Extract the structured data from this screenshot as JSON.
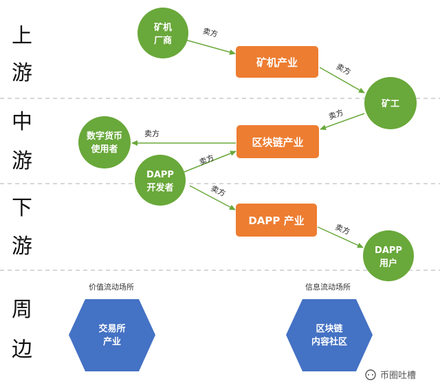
{
  "stages": {
    "upstream": {
      "c1": "上",
      "c2": "游"
    },
    "midstream": {
      "c1": "中",
      "c2": "游"
    },
    "downstream": {
      "c1": "下",
      "c2": "游"
    },
    "periphery": {
      "c1": "周",
      "c2": "边"
    }
  },
  "nodes": {
    "miner_vendor": {
      "line1": "矿机",
      "line2": "厂商"
    },
    "miner": {
      "label": "矿工"
    },
    "coin_user": {
      "line1": "数字货币",
      "line2": "使用者"
    },
    "dapp_dev": {
      "line1": "DAPP",
      "line2": "开发者"
    },
    "dapp_user": {
      "line1": "DAPP",
      "line2": "用户"
    }
  },
  "boxes": {
    "miner_industry": "矿机产业",
    "blockchain_industry": "区块链产业",
    "dapp_industry": "DAPP 产业"
  },
  "edge_label": "卖方",
  "hexagons": {
    "exchange": {
      "caption": "价值流动场所",
      "line1": "交易所",
      "line2": "产业"
    },
    "community": {
      "caption": "信息流动场所",
      "line1": "区块链",
      "line2": "内容社区"
    }
  },
  "watermark": "币圈吐槽",
  "colors": {
    "green": "#69a83a",
    "orange": "#ed7d31",
    "blue": "#4472c4",
    "divider": "#bfbfbf"
  }
}
